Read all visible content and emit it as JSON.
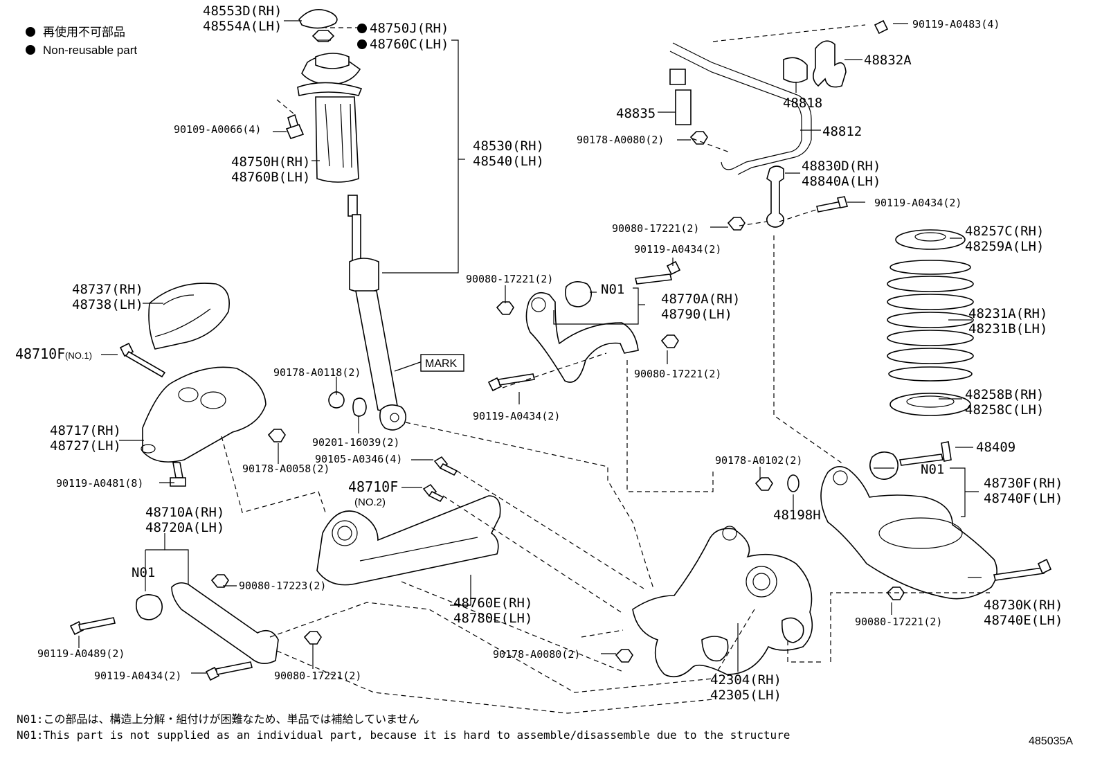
{
  "legend": {
    "jp": "再使用不可部品",
    "en": "Non-reusable part"
  },
  "labels": {
    "p48553": [
      "48553D(RH)",
      "48554A(LH)"
    ],
    "p48750j": [
      "48750J(RH)",
      "48760C(LH)"
    ],
    "p90109": "90109-A0066(4)",
    "p48750h": [
      "48750H(RH)",
      "48760B(LH)"
    ],
    "p48530": [
      "48530(RH)",
      "48540(LH)"
    ],
    "mark": "MARK",
    "p48737": [
      "48737(RH)",
      "48738(LH)"
    ],
    "p48710f1": "48710F",
    "p48710f1_no": "(NO.1)",
    "p90178_0118": "90178-A0118(2)",
    "p48717": [
      "48717(RH)",
      "48727(LH)"
    ],
    "p90201": "90201-16039(2)",
    "p90178_0058": "90178-A0058(2)",
    "p90119_0481": "90119-A0481(8)",
    "p90105": "90105-A0346(4)",
    "p48710f2": "48710F",
    "p48710f2_no": "(NO.2)",
    "p48710a": [
      "48710A(RH)",
      "48720A(LH)"
    ],
    "n01_a": "N01",
    "p90080_17223": "90080-17223(2)",
    "p48760e": [
      "48760E(RH)",
      "48780E(LH)"
    ],
    "p90119_0489": "90119-A0489(2)",
    "p90119_0434_a": "90119-A0434(2)",
    "p90080_17221_a": "90080-17221(2)",
    "p90119_0483": "90119-A0483(4)",
    "p48832a": "48832A",
    "p48818": "48818",
    "p48835": "48835",
    "p48812": "48812",
    "p90178_0080_a": "90178-A0080(2)",
    "p48830d": [
      "48830D(RH)",
      "48840A(LH)"
    ],
    "p90119_0434_b": "90119-A0434(2)",
    "p90080_17221_b": "90080-17221(2)",
    "p90119_0434_c": "90119-A0434(2)",
    "p48257c": [
      "48257C(RH)",
      "48259A(LH)"
    ],
    "p90080_17221_c": "90080-17221(2)",
    "n01_b": "N01",
    "p48770a": [
      "48770A(RH)",
      "48790(LH)"
    ],
    "p48231a": [
      "48231A(RH)",
      "48231B(LH)"
    ],
    "p90080_17221_d": "90080-17221(2)",
    "p90119_0434_d": "90119-A0434(2)",
    "p48258b": [
      "48258B(RH)",
      "48258C(LH)"
    ],
    "p48409": "48409",
    "p90178_0102": "90178-A0102(2)",
    "n01_c": "N01",
    "p48730f": [
      "48730F(RH)",
      "48740F(LH)"
    ],
    "p48198h": "48198H",
    "p48730k": [
      "48730K(RH)",
      "48740E(LH)"
    ],
    "p90080_17221_e": "90080-17221(2)",
    "p90178_0080_b": "90178-A0080(2)",
    "p42304": [
      "42304(RH)",
      "42305(LH)"
    ]
  },
  "notes": {
    "jp": "N01:この部品は、構造上分解・組付けが困難なため、単品では補給していません",
    "en": "N01:This part is not supplied as an individual part, because it is hard to assemble/disassemble due to the structure"
  },
  "diagram_id": "485035A"
}
